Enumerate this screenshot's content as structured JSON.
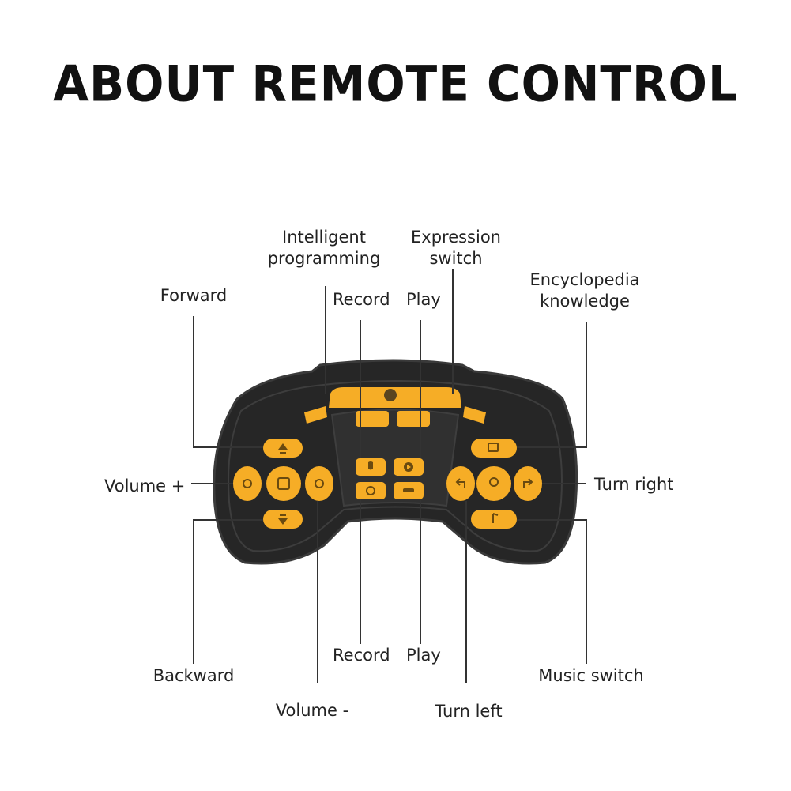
{
  "title": "ABOUT REMOTE CONTROL",
  "colors": {
    "body": "#2a2a2a",
    "body_edge": "#444444",
    "accent": "#f6ad26",
    "accent_dark": "#c98410",
    "line": "#333333",
    "text": "#222222"
  },
  "labels": {
    "intelligent_line1": "Intelligent",
    "intelligent_line2": "programming",
    "expression_line1": "Expression",
    "expression_line2": "switch",
    "encyclopedia_line1": "Encyclopedia",
    "encyclopedia_line2": "knowledge",
    "forward": "Forward",
    "record_top": "Record",
    "play_top": "Play",
    "volume_plus": "Volume +",
    "turn_right": "Turn right",
    "backward": "Backward",
    "record_bottom": "Record",
    "play_bottom": "Play",
    "music_switch": "Music switch",
    "volume_minus": "Volume -",
    "turn_left": "Turn left"
  },
  "icons": {
    "logo": "swirl-logo-icon",
    "up": "arrow-up-icon",
    "down": "arrow-down-icon",
    "left": "arrow-left-icon",
    "right": "arrow-right-icon",
    "center_left": "square-icon",
    "mic": "microphone-icon",
    "play": "play-icon",
    "flower": "flower-icon",
    "expr": "expression-icon",
    "book": "book-icon",
    "bulb": "bulb-icon",
    "music": "music-note-icon",
    "turn_left": "turn-left-icon",
    "turn_right": "turn-right-icon"
  }
}
